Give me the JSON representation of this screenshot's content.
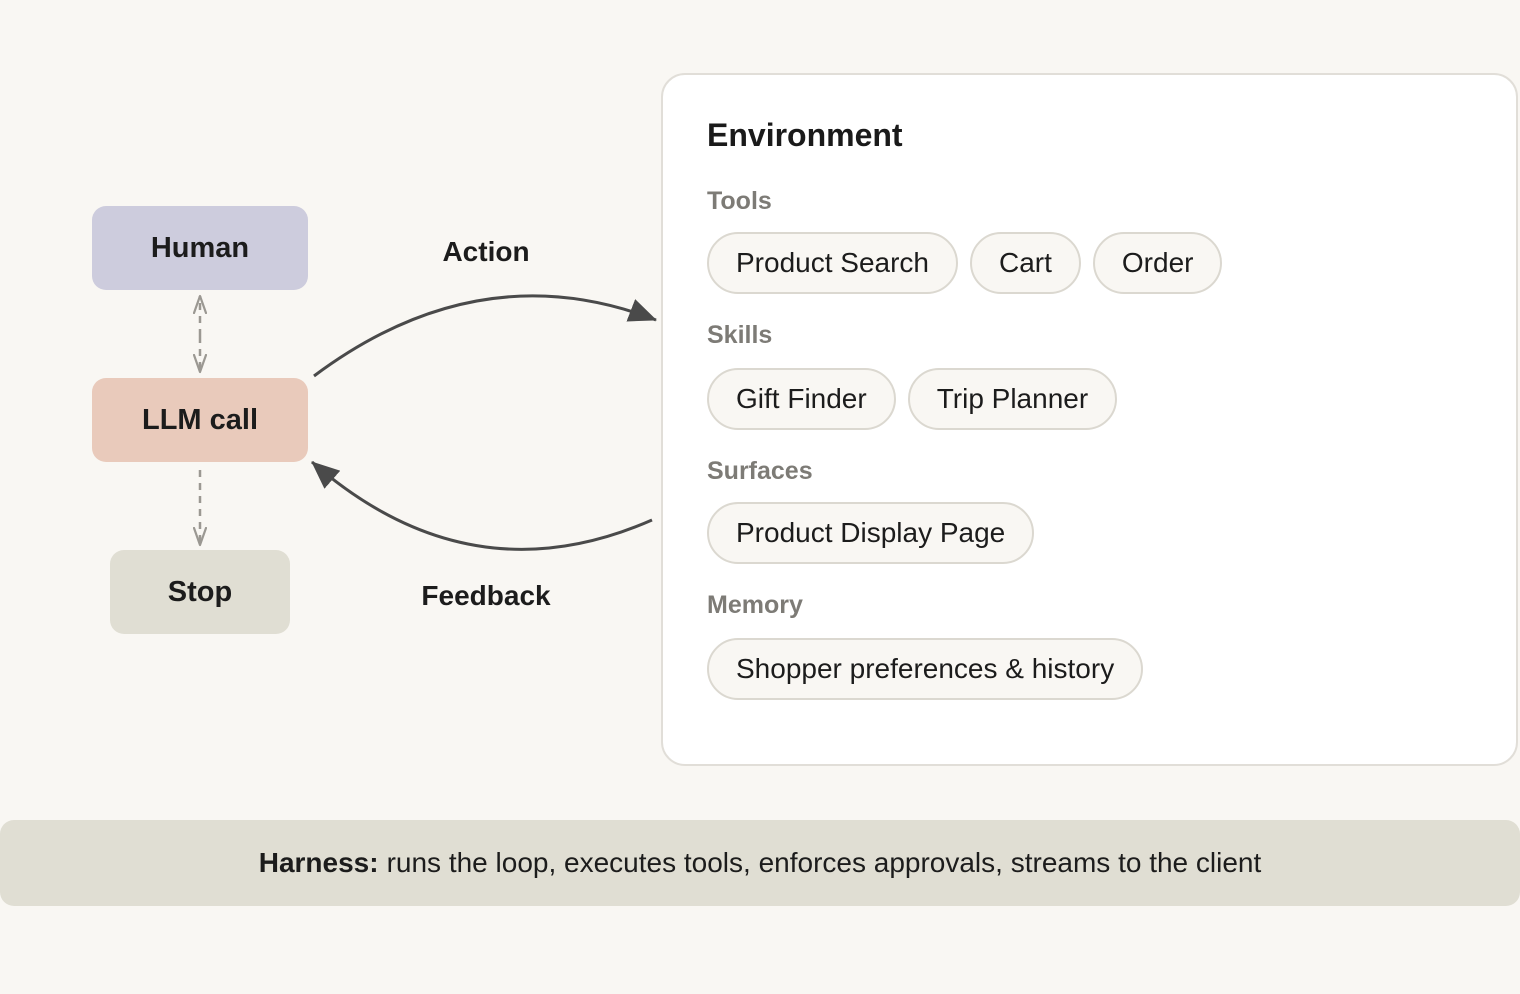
{
  "nodes": {
    "human": "Human",
    "llm_call": "LLM call",
    "stop": "Stop"
  },
  "edges": {
    "action": "Action",
    "feedback": "Feedback"
  },
  "environment": {
    "title": "Environment",
    "sections": [
      {
        "label": "Tools",
        "items": [
          "Product Search",
          "Cart",
          "Order"
        ]
      },
      {
        "label": "Skills",
        "items": [
          "Gift Finder",
          "Trip Planner"
        ]
      },
      {
        "label": "Surfaces",
        "items": [
          "Product Display Page"
        ]
      },
      {
        "label": "Memory",
        "items": [
          "Shopper preferences & history"
        ]
      }
    ]
  },
  "harness": {
    "label": "Harness:",
    "text": "runs the loop, executes tools, enforces approvals, streams to the client"
  },
  "colors": {
    "background": "#f9f7f3",
    "human": "#cdccdd",
    "llm_call": "#e9cabb",
    "stop": "#e0ded3",
    "harness": "#e0ded3",
    "arrow": "#4a4a4a",
    "dashed": "#9b9892"
  }
}
